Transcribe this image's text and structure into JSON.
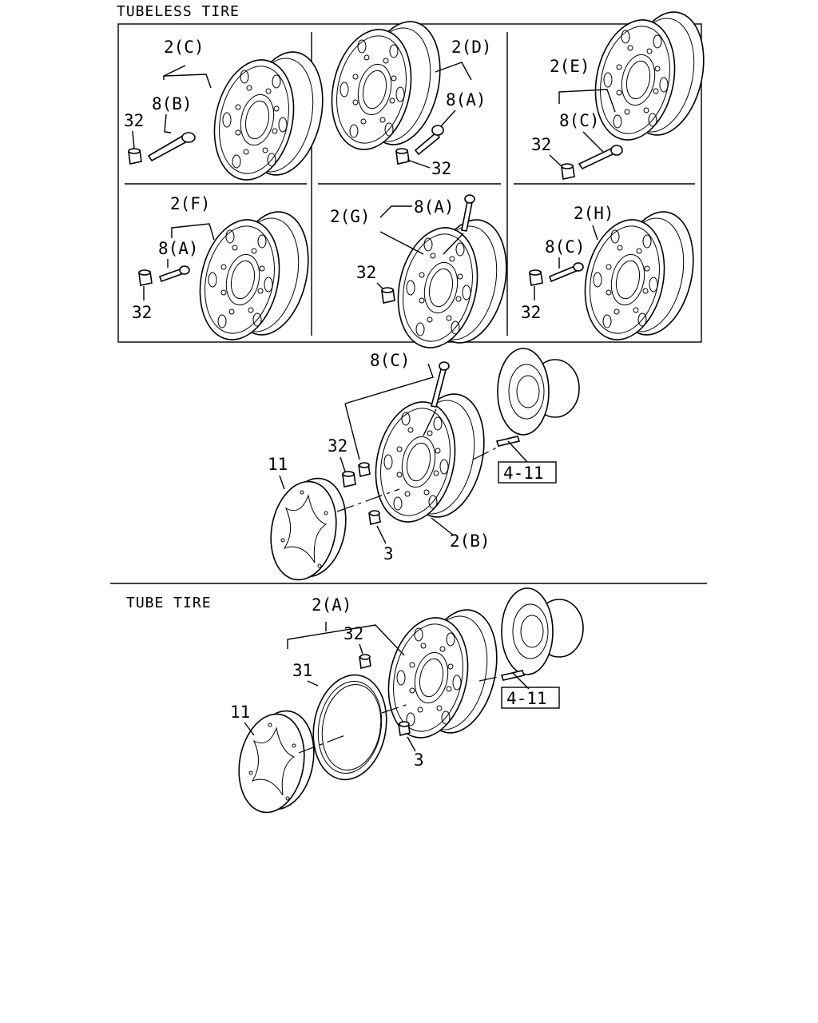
{
  "sections": {
    "tubeless_title": "TUBELESS TIRE",
    "tube_title": "TUBE TIRE"
  },
  "panels": [
    {
      "wheel": "2(C)",
      "valve": "8(B)",
      "cap": "32"
    },
    {
      "wheel": "2(D)",
      "valve": "8(A)",
      "cap": "32"
    },
    {
      "wheel": "2(E)",
      "valve": "8(C)",
      "cap": "32"
    },
    {
      "wheel": "2(F)",
      "valve": "8(A)",
      "cap": "32"
    },
    {
      "wheel": "2(G)",
      "valve": "8(A)",
      "cap": "32"
    },
    {
      "wheel": "2(H)",
      "valve": "8(C)",
      "cap": "32"
    }
  ],
  "middle": {
    "valve": "8(C)",
    "cap": "32",
    "cover": "11",
    "nut": "3",
    "wheel": "2(B)",
    "ref": "4-11"
  },
  "tube": {
    "wheel": "2(A)",
    "cap": "32",
    "flap": "31",
    "cover": "11",
    "nut": "3",
    "ref": "4-11"
  }
}
